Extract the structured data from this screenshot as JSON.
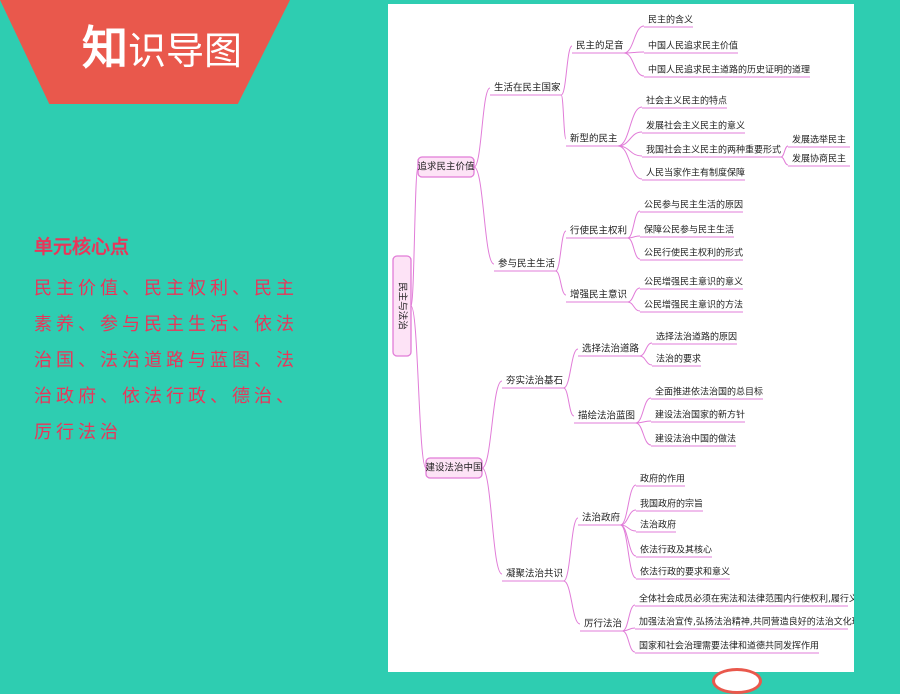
{
  "banner": {
    "first_char": "知",
    "rest": "识导图"
  },
  "side_panel": {
    "heading": "单元核心点",
    "text": "民主价值、民主权利、民主素养、参与民主生活、依法治国、法治道路与蓝图、法治政府、依法行政、德治、厉行法治"
  },
  "mindmap": {
    "root": "民主与法治",
    "branches": [
      {
        "label": "追求民主价值",
        "children": [
          {
            "label": "生活在民主国家",
            "children": [
              {
                "label": "民主的足音",
                "children": [
                  {
                    "label": "民主的含义"
                  },
                  {
                    "label": "中国人民追求民主价值"
                  },
                  {
                    "label": "中国人民追求民主道路的历史证明的道理"
                  }
                ]
              },
              {
                "label": "新型的民主",
                "children": [
                  {
                    "label": "社会主义民主的特点"
                  },
                  {
                    "label": "发展社会主义民主的意义"
                  },
                  {
                    "label": "我国社会主义民主的两种重要形式",
                    "children": [
                      {
                        "label": "发展选举民主"
                      },
                      {
                        "label": "发展协商民主"
                      }
                    ]
                  },
                  {
                    "label": "人民当家作主有制度保障"
                  }
                ]
              }
            ]
          },
          {
            "label": "参与民主生活",
            "children": [
              {
                "label": "行使民主权利",
                "children": [
                  {
                    "label": "公民参与民主生活的原因"
                  },
                  {
                    "label": "保障公民参与民主生活"
                  },
                  {
                    "label": "公民行使民主权利的形式"
                  }
                ]
              },
              {
                "label": "增强民主意识",
                "children": [
                  {
                    "label": "公民增强民主意识的意义"
                  },
                  {
                    "label": "公民增强民主意识的方法"
                  }
                ]
              }
            ]
          }
        ]
      },
      {
        "label": "建设法治中国",
        "children": [
          {
            "label": "夯实法治基石",
            "children": [
              {
                "label": "选择法治道路",
                "children": [
                  {
                    "label": "选择法治道路的原因"
                  },
                  {
                    "label": "法治的要求"
                  }
                ]
              },
              {
                "label": "描绘法治蓝图",
                "children": [
                  {
                    "label": "全面推进依法治国的总目标"
                  },
                  {
                    "label": "建设法治国家的新方针"
                  },
                  {
                    "label": "建设法治中国的做法"
                  }
                ]
              }
            ]
          },
          {
            "label": "凝聚法治共识",
            "children": [
              {
                "label": "法治政府",
                "children": [
                  {
                    "label": "政府的作用"
                  },
                  {
                    "label": "我国政府的宗旨"
                  },
                  {
                    "label": "法治政府"
                  },
                  {
                    "label": "依法行政及其核心"
                  },
                  {
                    "label": "依法行政的要求和意义"
                  }
                ]
              },
              {
                "label": "厉行法治",
                "children": [
                  {
                    "label": "全体社会成员必须在宪法和法律范围内行使权利,履行义务"
                  },
                  {
                    "label": "加强法治宣传,弘扬法治精神,共同营造良好的法治文化环境"
                  },
                  {
                    "label": "国家和社会治理需要法律和道德共同发挥作用"
                  }
                ]
              }
            ]
          }
        ]
      }
    ]
  }
}
